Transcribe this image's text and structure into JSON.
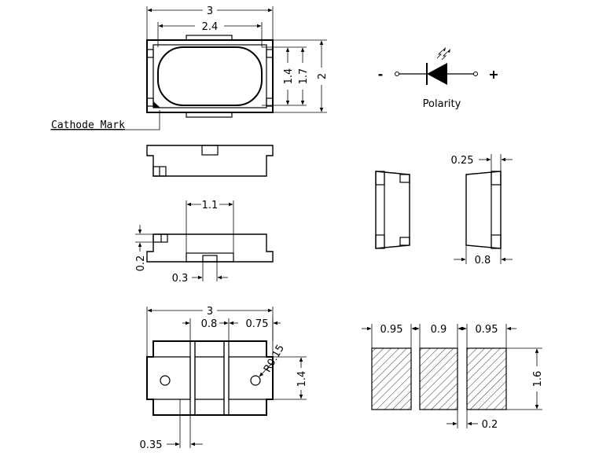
{
  "top_view": {
    "dim_width": "3",
    "dim_lens_width": "2.4",
    "dim_lens_height": "1.4",
    "dim_inner_height": "1.7",
    "dim_height": "2",
    "cathode_label": "Cathode Mark"
  },
  "polarity": {
    "minus": "-",
    "plus": "+",
    "label": "Polarity"
  },
  "side_views": {
    "dim_pad_width": "1.1",
    "dim_standoff": "0.2",
    "dim_pad_gap": "0.3",
    "dim_lead": "0.25",
    "dim_depth": "0.8"
  },
  "bottom_view": {
    "dim_width": "3",
    "dim_center": "0.8",
    "dim_pad": "0.75",
    "dim_radius": "R0.15",
    "dim_height": "1.4",
    "dim_edge": "0.35"
  },
  "footprint": {
    "dim_left": "0.95",
    "dim_mid": "0.9",
    "dim_right": "0.95",
    "dim_height": "1.6",
    "dim_gap": "0.2"
  }
}
